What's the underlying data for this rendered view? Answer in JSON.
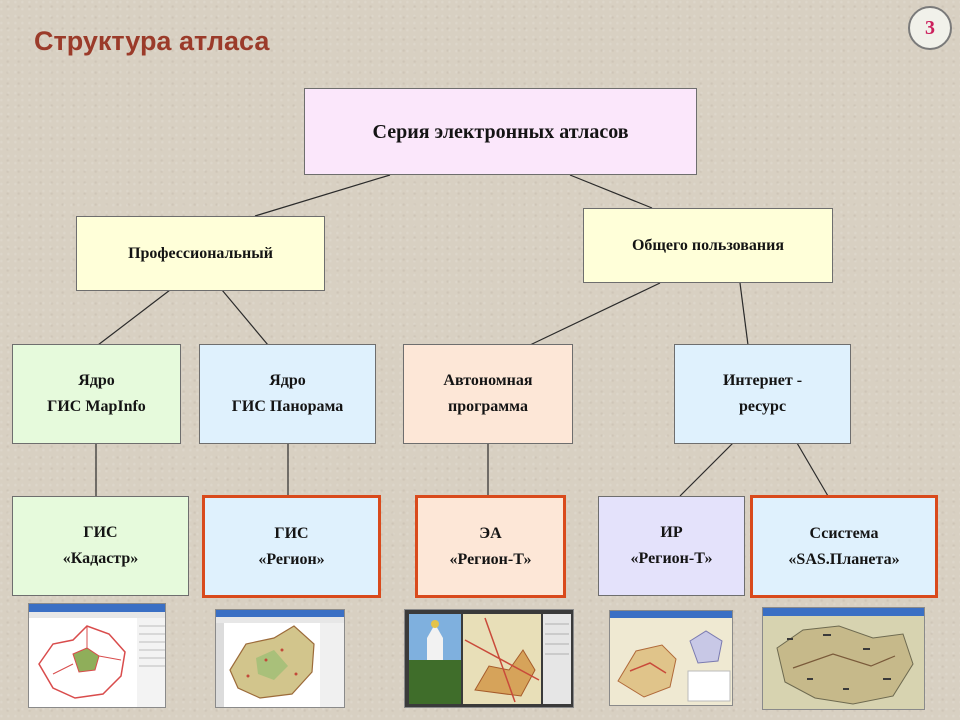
{
  "title": "Структура атласа",
  "page_number": "3",
  "nodes": {
    "root": "Серия электронных атласов",
    "professional": "Профессиональный",
    "general": "Общего пользования",
    "core_mapinfo": "Ядро\nГИС MapInfo",
    "core_panorama": "Ядро\nГИС Панорама",
    "autonomous": "Автономная\nпрограмма",
    "internet": "Интернет -\nресурс",
    "gis_cadastre": "ГИС\n«Кадастр»",
    "gis_region": "ГИС\n«Регион»",
    "ea_region": "ЭА\n«Регион-Т»",
    "ir_region": "ИР\n«Регион-Т»",
    "sas_planeta": "Ссистема\n«SAS.Планета»"
  },
  "colors": {
    "title": "#9b3b2a",
    "highlight_border": "#d94a1c",
    "green_fill": "#e6fadc",
    "blue_fill": "#dff1fd",
    "peach_fill": "#fde7d7",
    "lilac_fill": "#e4e2fb",
    "yellow_fill": "#ffffd9",
    "pink_fill": "#fbe7fb"
  },
  "thumbnails": [
    "map-screenshot-icon",
    "map-screenshot-icon",
    "photo-map-screenshot-icon",
    "map-screenshot-icon",
    "satellite-map-screenshot-icon"
  ]
}
